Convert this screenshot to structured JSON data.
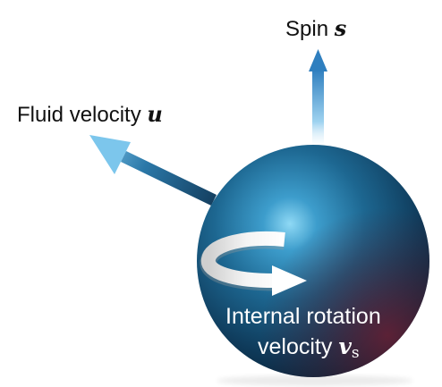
{
  "labels": {
    "spin": {
      "text": "Spin ",
      "symbol": "s"
    },
    "fluid_velocity": {
      "text": "Fluid velocity ",
      "symbol": "u"
    },
    "internal_rotation_line1": "Internal rotation",
    "internal_rotation_line2": {
      "text": "velocity ",
      "symbol": "v",
      "subscript": "s"
    }
  },
  "icons": {
    "spin_arrow": "up-arrow-icon",
    "velocity_arrow": "diagonal-arrow-icon",
    "rotation_arrow": "curved-rotation-arrow-icon"
  },
  "colors": {
    "sphere_dark": "#0d3050",
    "sphere_mid": "#1e6d98",
    "sphere_highlight": "#7fd2f2",
    "sphere_red_tint": "#4a1a2a",
    "arrow_blue_light": "#74c2ea",
    "arrow_blue_dark": "#1d5e86",
    "rotation_arrow": "#e4e4e4"
  }
}
